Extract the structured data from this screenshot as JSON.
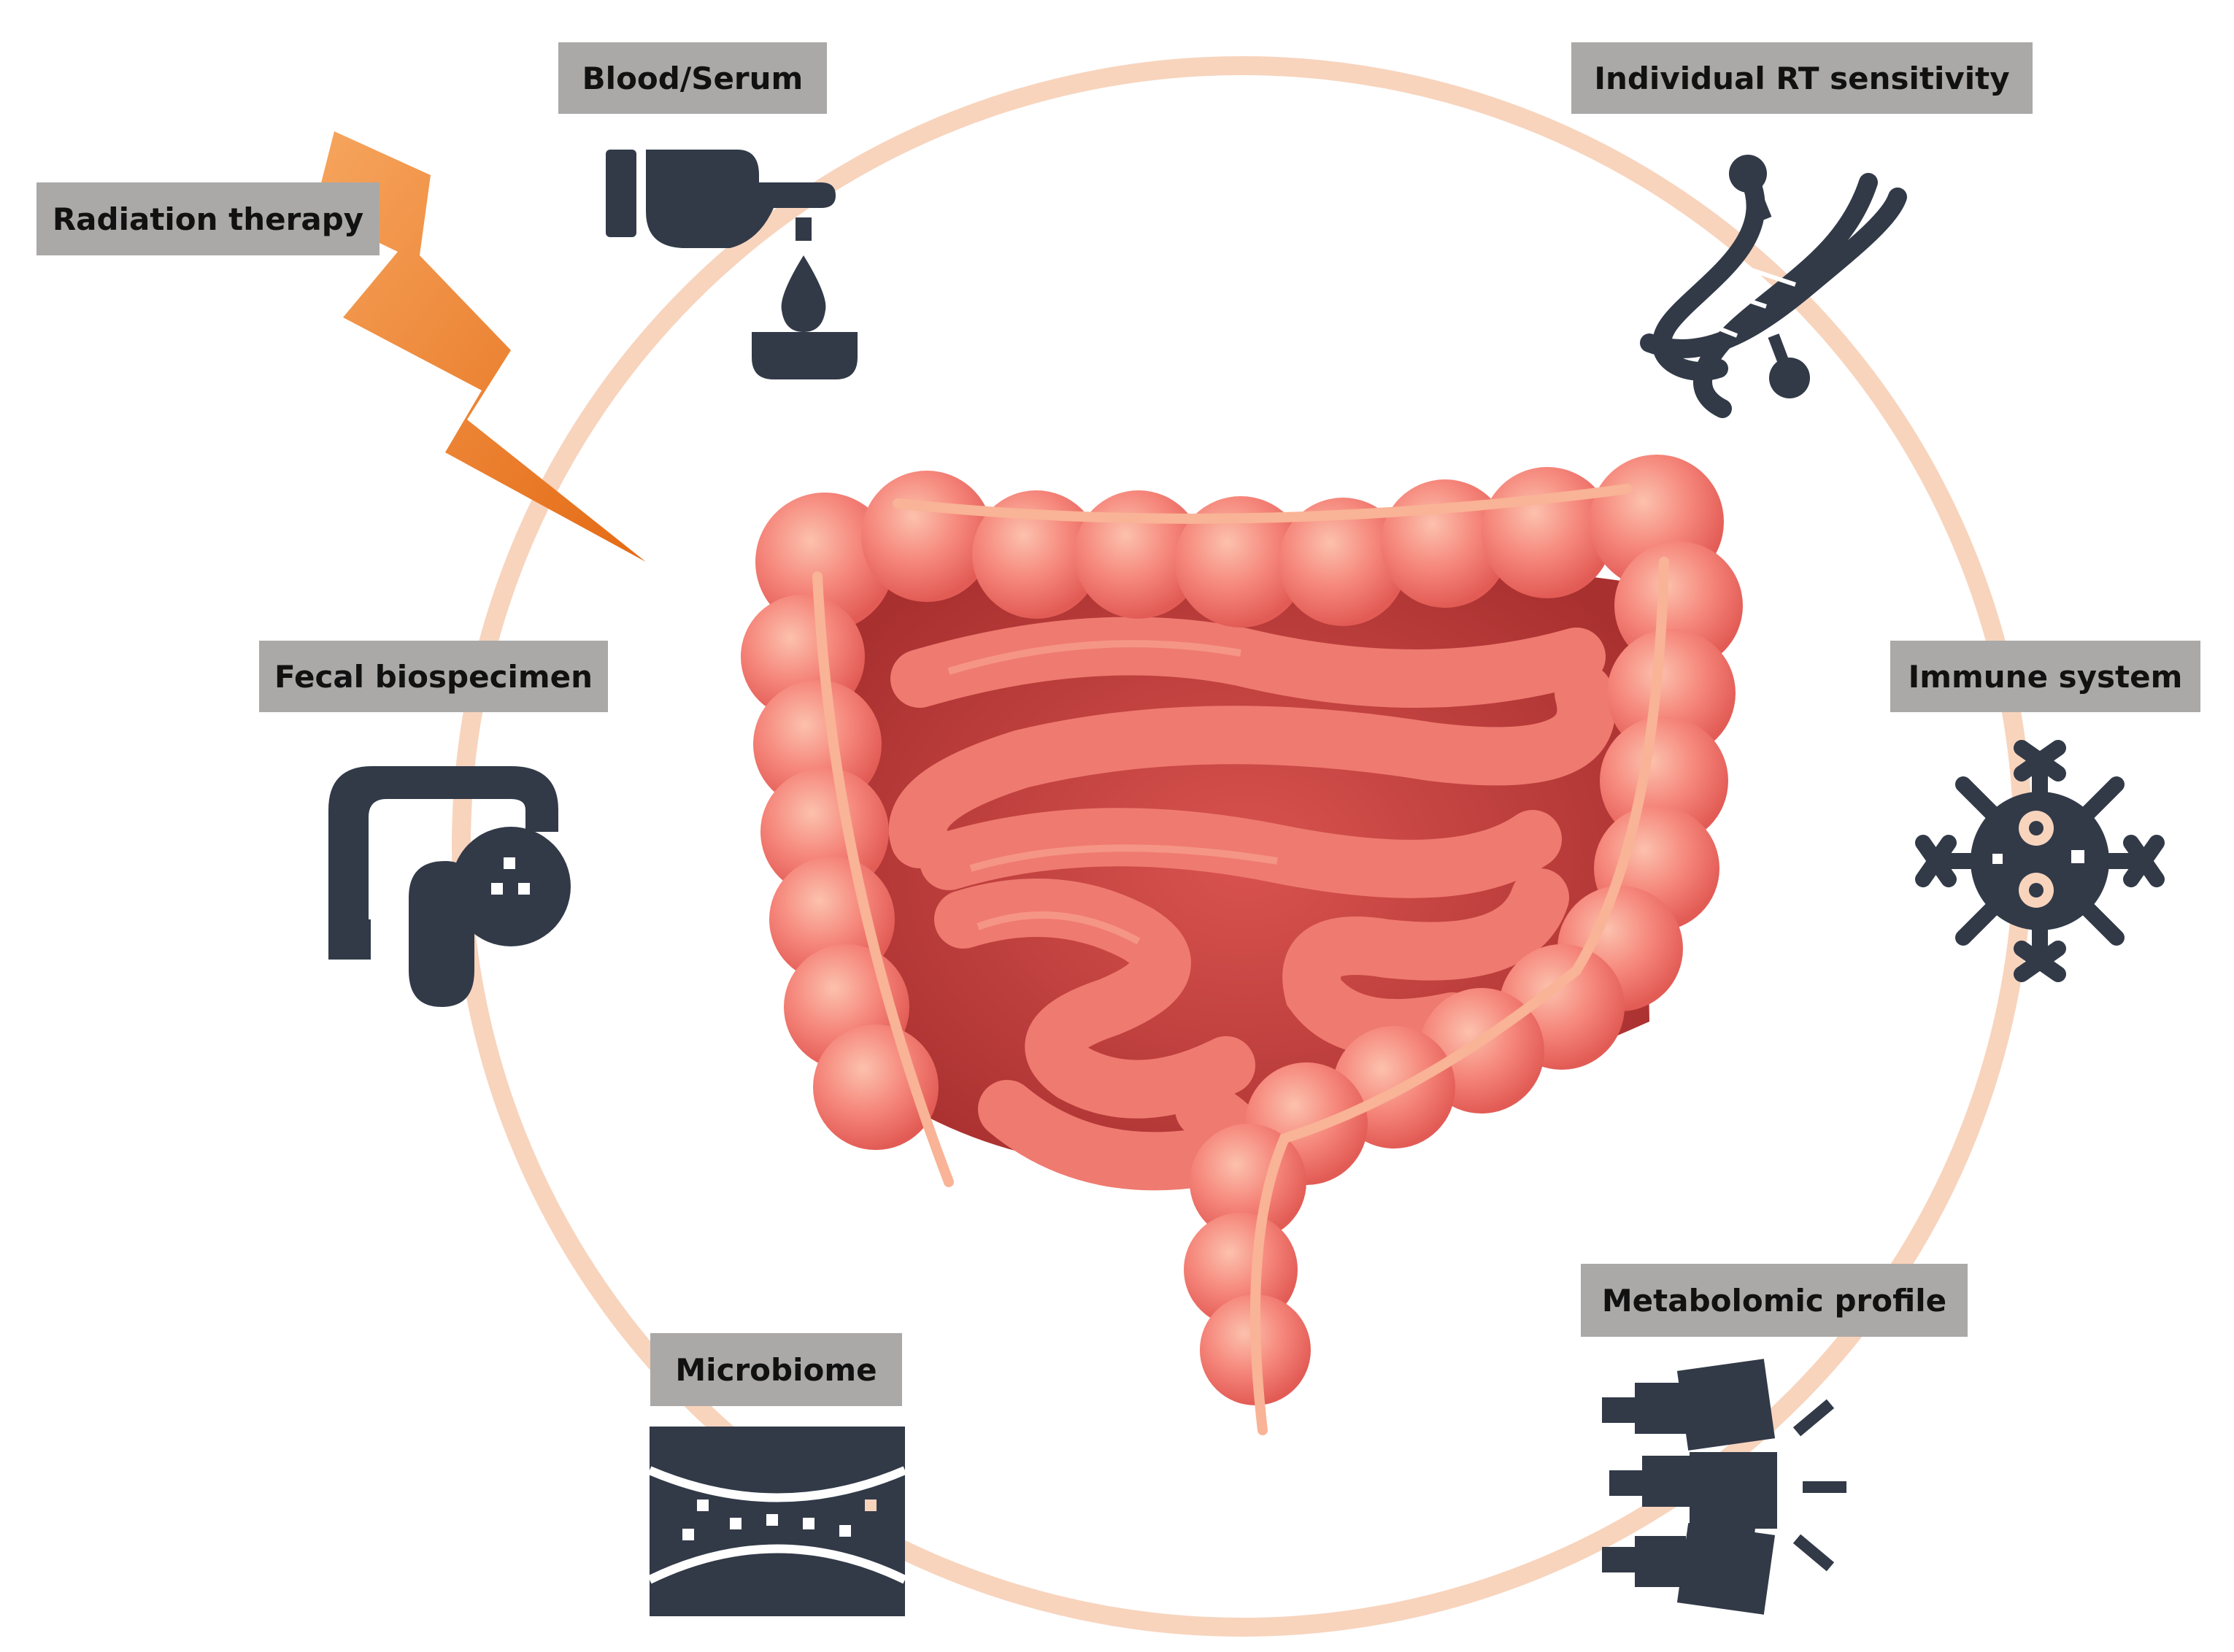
{
  "labels": {
    "radiation_therapy": "Radiation therapy",
    "blood_serum": "Blood/Serum",
    "individual_rt_sensitivity": "Individual RT sensitivity",
    "fecal_biospecimen": "Fecal biospecimen",
    "immune_system": "Immune system",
    "microbiome": "Microbiome",
    "metabolomic_profile": "Metabolomic profile"
  },
  "icons": {
    "radiation": "lightning-bolt-icon",
    "blood": "blood-drop-finger-icon",
    "dna": "dna-helix-icon",
    "fecal": "colon-stool-icon",
    "immune": "immune-cell-icon",
    "microbiome": "gut-lumen-microbiome-icon",
    "metabolomic": "metabolite-cylinders-icon",
    "center": "intestine-illustration"
  },
  "colors": {
    "ring": "#f8d4bd",
    "icon": "#323a48",
    "label_bg": "#aaa9a8",
    "bolt_light": "#f5a15a",
    "bolt_dark": "#e8711b",
    "intestine": "#ef6f64",
    "intestine_light": "#f9a793"
  }
}
